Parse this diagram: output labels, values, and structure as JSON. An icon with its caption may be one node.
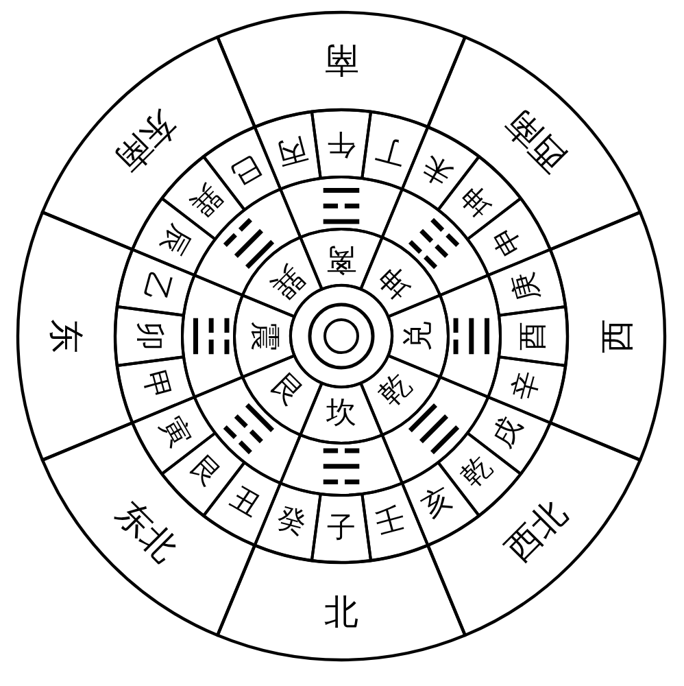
{
  "diagram": {
    "nodes": [
      {
        "text": [
          "南"
        ]
      },
      {
        "text": [
          "西南"
        ]
      },
      {
        "text": [
          "西"
        ]
      },
      {
        "text": [
          "西北"
        ]
      },
      {
        "text": [
          "北"
        ]
      },
      {
        "text": [
          "东北"
        ]
      },
      {
        "text": [
          "东"
        ]
      },
      {
        "text": [
          "东南"
        ]
      },
      {
        "text": [
          "午"
        ]
      },
      {
        "text": [
          "丁"
        ]
      },
      {
        "text": [
          "未"
        ]
      },
      {
        "text": [
          "坤"
        ]
      },
      {
        "text": [
          "申"
        ]
      },
      {
        "text": [
          "庚"
        ]
      },
      {
        "text": [
          "酉"
        ]
      },
      {
        "text": [
          "辛"
        ]
      },
      {
        "text": [
          "戌"
        ]
      },
      {
        "text": [
          "乾"
        ]
      },
      {
        "text": [
          "亥"
        ]
      },
      {
        "text": [
          "壬"
        ]
      },
      {
        "text": [
          "子"
        ]
      },
      {
        "text": [
          "癸"
        ]
      },
      {
        "text": [
          "丑"
        ]
      },
      {
        "text": [
          "艮"
        ]
      },
      {
        "text": [
          "寅"
        ]
      },
      {
        "text": [
          "甲"
        ]
      },
      {
        "text": [
          "卯"
        ]
      },
      {
        "text": [
          "乙"
        ]
      },
      {
        "text": [
          "辰"
        ]
      },
      {
        "text": [
          "巽"
        ]
      },
      {
        "text": [
          "巳"
        ]
      },
      {
        "text": [
          "丙"
        ]
      },
      {
        "text": [
          "☲"
        ]
      },
      {
        "text": [
          "☷"
        ]
      },
      {
        "text": [
          "☱"
        ]
      },
      {
        "text": [
          "☰"
        ]
      },
      {
        "text": [
          "☵"
        ]
      },
      {
        "text": [
          "☶"
        ]
      },
      {
        "text": [
          "☳"
        ]
      },
      {
        "text": [
          "☴"
        ]
      },
      {
        "text": [
          "离"
        ]
      },
      {
        "text": [
          "坤"
        ]
      },
      {
        "text": [
          "兑"
        ]
      },
      {
        "text": [
          "乾"
        ]
      },
      {
        "text": [
          "坎"
        ]
      },
      {
        "text": [
          "艮"
        ]
      },
      {
        "text": [
          "震"
        ]
      },
      {
        "text": [
          "巽"
        ]
      },
      {
        "text": [],
        "shape": "circle"
      }
    ]
  }
}
